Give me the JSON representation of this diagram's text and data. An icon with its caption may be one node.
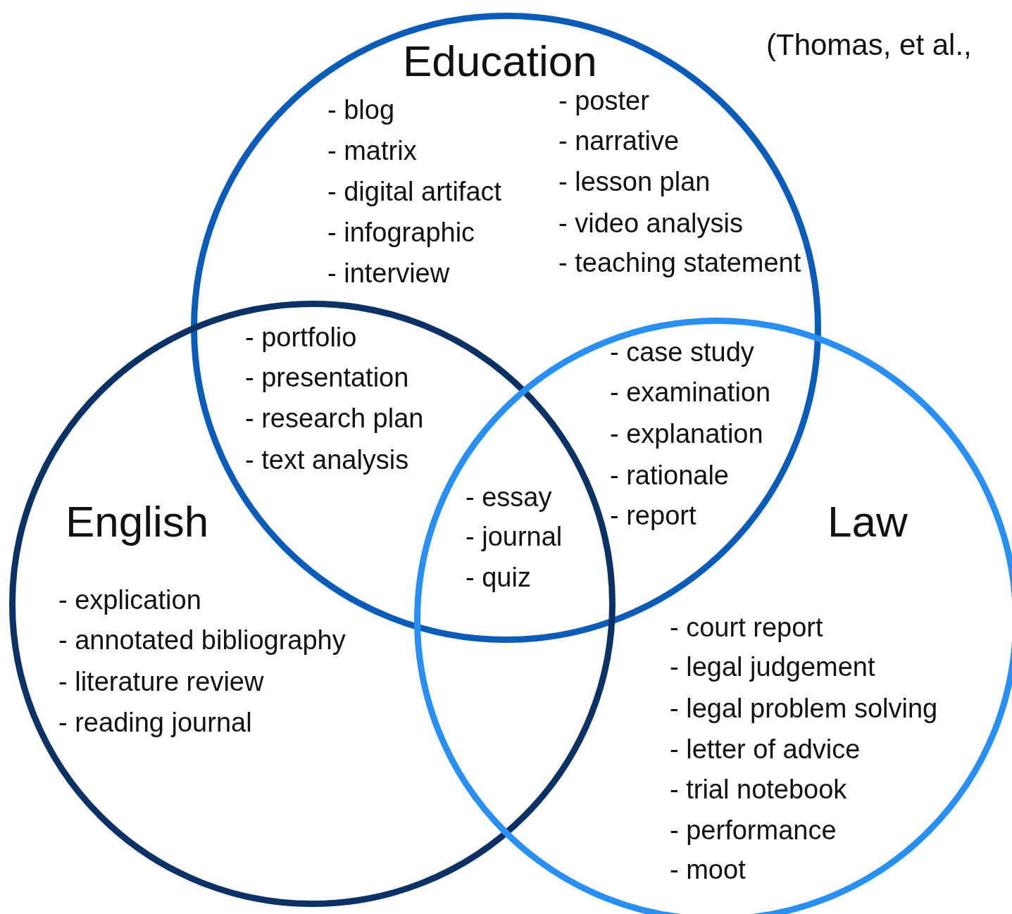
{
  "diagram": {
    "nodes": [
      {
        "text": [
          "Education",
          "- blog",
          "- matrix",
          "- digital artifact",
          "- infographic",
          "- interview",
          "- poster",
          "- narrative",
          "- lesson plan",
          "- video analysis",
          "- teaching statement"
        ]
      },
      {
        "text": [
          "English",
          "- explication",
          "- annotated bibliography",
          "- literature review",
          "- reading journal"
        ]
      },
      {
        "text": [
          "Law",
          "- court report",
          "- legal judgement",
          "- legal problem solving",
          "- letter of advice",
          "- trial notebook",
          "- performance",
          "- moot"
        ]
      }
    ],
    "labels": [
      "(Thomas, et al.,",
      "- portfolio",
      "- presentation",
      "- research plan",
      "- text analysis",
      "- case study",
      "- examination",
      "- explanation",
      "- rationale",
      "- report",
      "- essay",
      "- journal",
      "- quiz"
    ]
  }
}
